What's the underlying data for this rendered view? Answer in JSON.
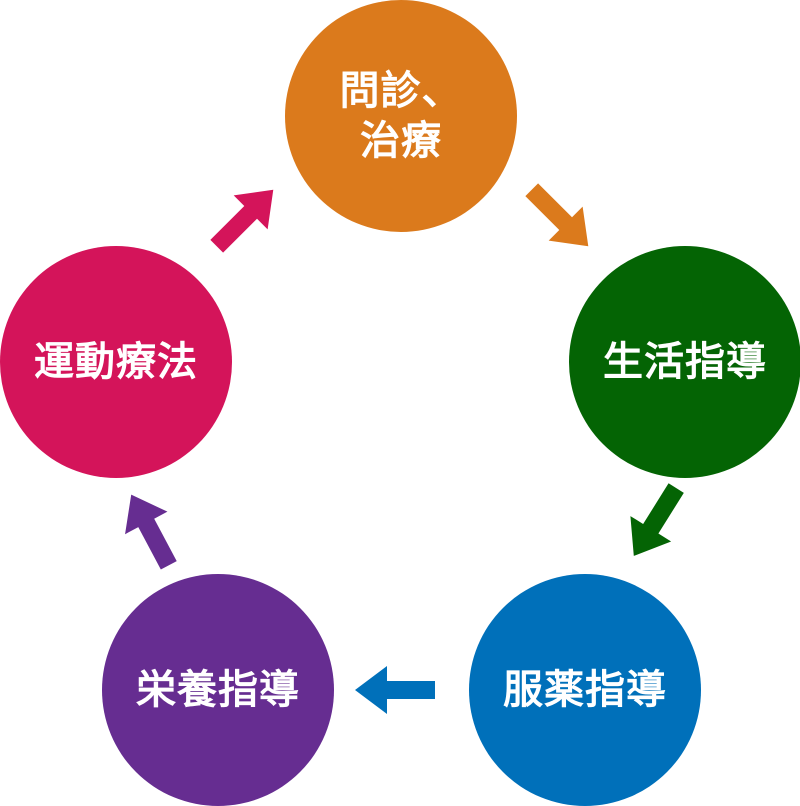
{
  "colors": {
    "orange": "#DB7A1C",
    "green": "#046404",
    "blue": "#0070BA",
    "purple": "#662D91",
    "pink": "#D4145A"
  },
  "nodes": [
    {
      "id": "consultation",
      "label": "問診、\n治療",
      "color": "#DB7A1C"
    },
    {
      "id": "lifestyle",
      "label": "生活指導",
      "color": "#046404"
    },
    {
      "id": "medication",
      "label": "服薬指導",
      "color": "#0070BA"
    },
    {
      "id": "nutrition",
      "label": "栄養指導",
      "color": "#662D91"
    },
    {
      "id": "exercise",
      "label": "運動療法",
      "color": "#D4145A"
    }
  ]
}
